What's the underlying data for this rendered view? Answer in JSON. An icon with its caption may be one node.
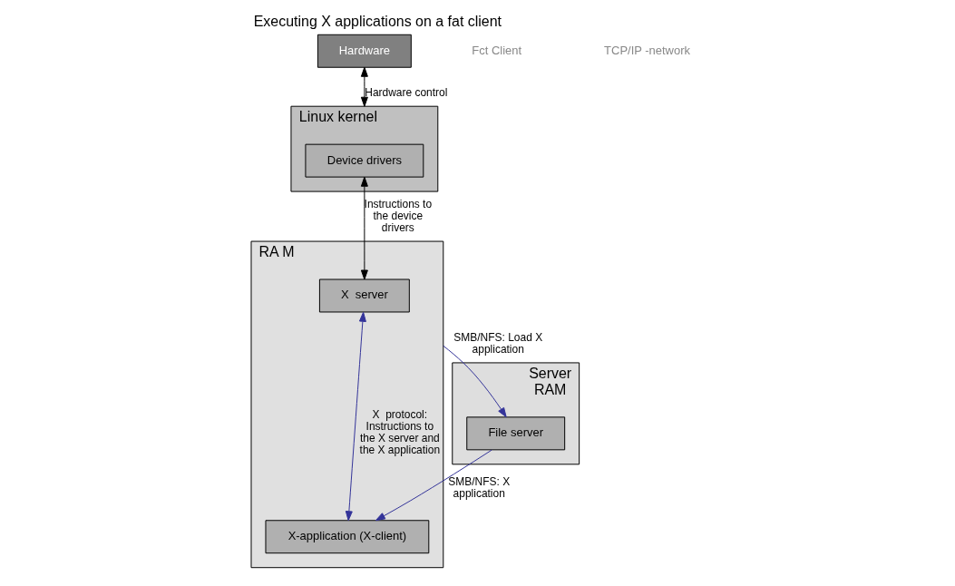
{
  "diagram": {
    "title": "Executing X applications on a fat client",
    "nodes": [
      {
        "text": [
          "Hardware"
        ]
      },
      {
        "text": [
          "Linux kernel"
        ]
      },
      {
        "text": [
          "Device drivers"
        ],
        "in": 1
      },
      {
        "text": [
          "RA M"
        ]
      },
      {
        "text": [
          "X  server"
        ],
        "in": 3
      },
      {
        "text": [
          "X-application (X-client)"
        ],
        "in": 3
      },
      {
        "text": [
          "Server",
          "RAM"
        ]
      },
      {
        "text": [
          "File server"
        ],
        "in": 6
      }
    ],
    "edges": [
      {
        "from": 0,
        "to": 1,
        "arrow": "both",
        "label": "Hardware control",
        "color": "#000000"
      },
      {
        "from": 2,
        "to": 4,
        "arrow": "both",
        "label": "Instructions to the device drivers",
        "color": "#000000"
      },
      {
        "from": 3,
        "to": 7,
        "arrow": "to",
        "label": "SMB/NFS: Load X application"
      },
      {
        "from": 5,
        "to": 4,
        "arrow": "both",
        "label": "X  protocol: Instructions to the X server and the X application"
      },
      {
        "from": 7,
        "to": 5,
        "arrow": "to",
        "label": "SMB/NFS: X application"
      }
    ],
    "labels": [
      "Fct Client",
      "TCP/IP -network"
    ]
  }
}
